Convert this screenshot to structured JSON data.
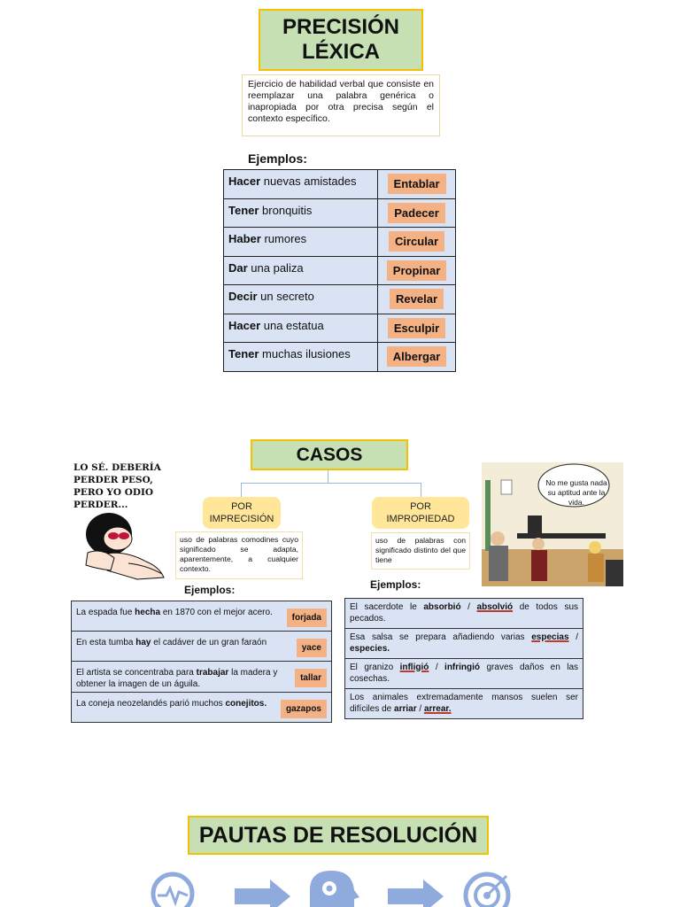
{
  "section1": {
    "title_line1": "PRECISIÓN",
    "title_line2": "LÉXICA",
    "definition": "Ejercicio de habilidad verbal que consiste en reemplazar una palabra genérica o inapropiada por otra precisa según el contexto específico.",
    "examples_heading": "Ejemplos:",
    "examples": [
      {
        "verb": "Hacer",
        "rest": " nuevas amistades",
        "answer": "Entablar"
      },
      {
        "verb": "Tener",
        "rest": " bronquitis",
        "answer": "Padecer"
      },
      {
        "verb": "Haber",
        "rest": " rumores",
        "answer": "Circular"
      },
      {
        "verb": "Dar",
        "rest": " una paliza",
        "answer": "Propinar"
      },
      {
        "verb": "Decir",
        "rest": " un secreto",
        "answer": "Revelar"
      },
      {
        "verb": "Hacer",
        "rest": " una estatua",
        "answer": "Esculpir"
      },
      {
        "verb": "Tener",
        "rest": " muchas ilusiones",
        "answer": "Albergar"
      }
    ]
  },
  "section2": {
    "title": "CASOS",
    "cartoon_text": "LO SÉ. DEBERÍA PERDER PESO, PERO YO ODIO PERDER...",
    "speech_bubble": "No me gusta nada su aptitud ante la vida.",
    "cat1": {
      "line1": "POR",
      "line2": "IMPRECISIÓN",
      "definition": "uso de palabras comodines cuyo significado se adapta, aparentemente, a cualquier contexto."
    },
    "cat2": {
      "line1": "POR",
      "line2": "IMPROPIEDAD",
      "definition": "uso de palabras con significado distinto del que tiene"
    },
    "examples_heading_left": "Ejemplos:",
    "examples_heading_right": "Ejemplos:",
    "left_examples": [
      {
        "pre": "La espada fue ",
        "bold": "hecha",
        "post": " en 1870 con el mejor acero.",
        "answer": "forjada"
      },
      {
        "pre": "En esta tumba ",
        "bold": "hay",
        "post": " el cadáver de un gran faraón",
        "answer": "yace"
      },
      {
        "pre": "El artista se concentraba para ",
        "bold": "trabajar",
        "post": " la madera y obtener la imagen de un águila.",
        "answer": "tallar"
      },
      {
        "pre": "La coneja neozelandés parió muchos ",
        "bold": "conejitos.",
        "post": "",
        "answer": "gazapos"
      }
    ],
    "right_examples": [
      {
        "a": "El sacerdote le ",
        "b": "absorbió",
        "c": " / ",
        "d": "absolvió",
        "e": " de todos sus pecados."
      },
      {
        "a": "Esa salsa se prepara añadiendo varias ",
        "b": "especias",
        "c": " / ",
        "d": "especies.",
        "e": ""
      },
      {
        "a": "El granizo ",
        "b": "infligió",
        "c": " / ",
        "d": "infringió",
        "e": " graves daños en las cosechas."
      },
      {
        "a": "Los animales extremadamente mansos suelen ser difíciles de ",
        "b": "arriar",
        "c": " / ",
        "d": "arrear.",
        "e": ""
      }
    ]
  },
  "section3": {
    "title": "PAUTAS DE RESOLUCIÓN",
    "icons": [
      "pulse-icon",
      "arrow-right-icon",
      "head-gears-icon",
      "arrow-right-icon",
      "target-icon"
    ]
  },
  "colors": {
    "title_bg": "#c6e0b4",
    "title_border": "#f2c200",
    "table_bg": "#dae3f3",
    "answer_bg": "#f4b183",
    "category_bg": "#ffe699",
    "icon_blue": "#8faadc"
  }
}
